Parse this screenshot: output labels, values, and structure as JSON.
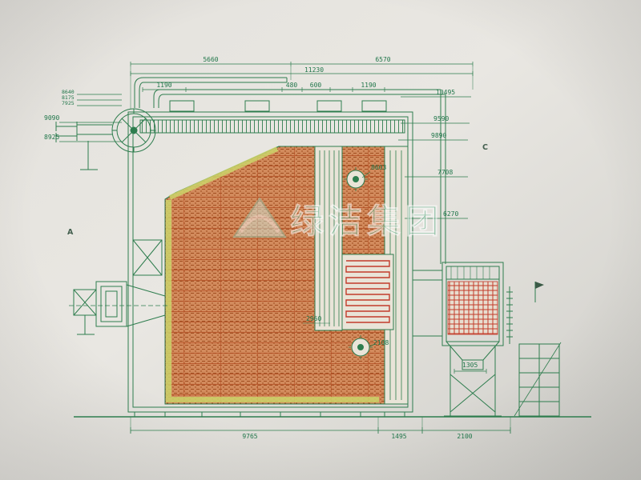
{
  "watermark": {
    "text": "绿洁集团"
  },
  "sections": {
    "a": "A",
    "c": "C"
  },
  "dims": {
    "top_left": "5660",
    "top_right": "6570",
    "top_total": "11230",
    "row3_a": "1190",
    "row3_b": "480",
    "row3_c": "600",
    "row3_d": "1190",
    "right_el_1": "10495",
    "right_el_2": "9590",
    "right_el_3": "9890",
    "right_el_4": "7708",
    "right_el_5": "6270",
    "mid_1": "8603",
    "mid_2": "2960",
    "mid_3": "2108",
    "left_el_1": "8640",
    "left_el_2": "8175",
    "left_el_3": "7925",
    "left_el_4": "9090",
    "left_el_5": "8925",
    "bottom_1": "9765",
    "bottom_2": "1495",
    "bottom_3": "2100",
    "low_right": "1305"
  },
  "colors": {
    "line_green": "#2e7d4e",
    "brick_fill": "#d28a5c",
    "brick_dark": "#a04d1f",
    "red": "#c23b2a",
    "wall_yellow": "#ccd36a",
    "watermark_green": "#4aa878"
  }
}
